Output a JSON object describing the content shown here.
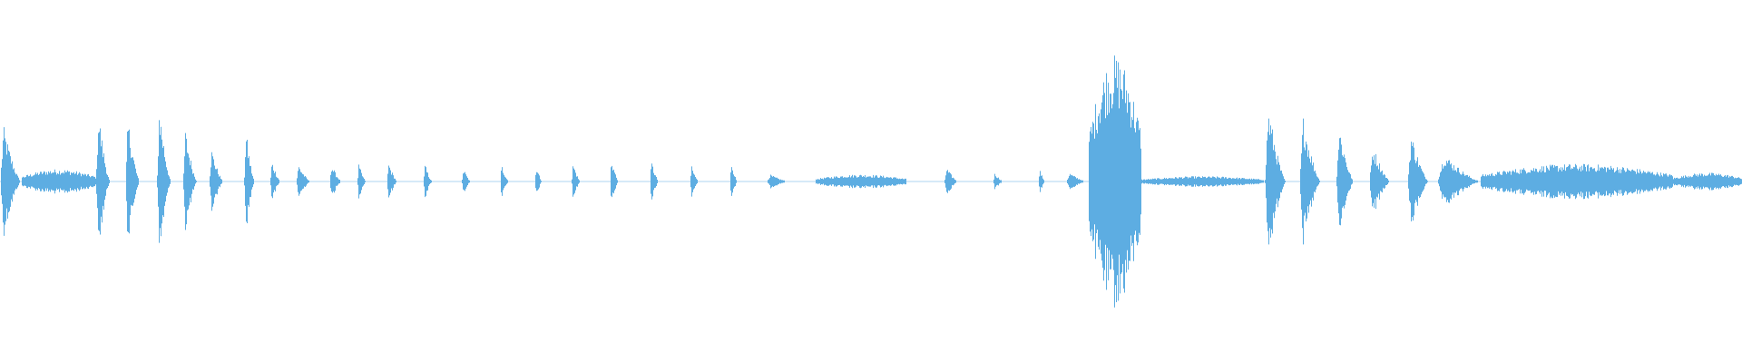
{
  "waveform": {
    "color": "#5DADE2",
    "background": "#ffffff",
    "baseline_amplitude": 0.02,
    "segments": [
      {
        "start": 0.0,
        "end": 0.012,
        "amplitude": 0.32
      },
      {
        "start": 0.012,
        "end": 0.055,
        "amplitude": 0.07
      },
      {
        "start": 0.055,
        "end": 0.063,
        "amplitude": 0.42
      },
      {
        "start": 0.072,
        "end": 0.08,
        "amplitude": 0.37
      },
      {
        "start": 0.09,
        "end": 0.098,
        "amplitude": 0.45
      },
      {
        "start": 0.105,
        "end": 0.113,
        "amplitude": 0.3
      },
      {
        "start": 0.12,
        "end": 0.128,
        "amplitude": 0.19
      },
      {
        "start": 0.14,
        "end": 0.146,
        "amplitude": 0.3
      },
      {
        "start": 0.155,
        "end": 0.161,
        "amplitude": 0.12
      },
      {
        "start": 0.17,
        "end": 0.178,
        "amplitude": 0.1
      },
      {
        "start": 0.189,
        "end": 0.196,
        "amplitude": 0.1
      },
      {
        "start": 0.205,
        "end": 0.21,
        "amplitude": 0.1
      },
      {
        "start": 0.222,
        "end": 0.228,
        "amplitude": 0.11
      },
      {
        "start": 0.243,
        "end": 0.248,
        "amplitude": 0.1
      },
      {
        "start": 0.265,
        "end": 0.27,
        "amplitude": 0.08
      },
      {
        "start": 0.287,
        "end": 0.292,
        "amplitude": 0.1
      },
      {
        "start": 0.307,
        "end": 0.311,
        "amplitude": 0.1
      },
      {
        "start": 0.328,
        "end": 0.333,
        "amplitude": 0.11
      },
      {
        "start": 0.35,
        "end": 0.355,
        "amplitude": 0.14
      },
      {
        "start": 0.373,
        "end": 0.378,
        "amplitude": 0.12
      },
      {
        "start": 0.396,
        "end": 0.401,
        "amplitude": 0.09
      },
      {
        "start": 0.419,
        "end": 0.423,
        "amplitude": 0.13
      },
      {
        "start": 0.44,
        "end": 0.453,
        "amplitude": 0.04
      },
      {
        "start": 0.468,
        "end": 0.52,
        "amplitude": 0.04
      },
      {
        "start": 0.542,
        "end": 0.55,
        "amplitude": 0.08
      },
      {
        "start": 0.57,
        "end": 0.576,
        "amplitude": 0.05
      },
      {
        "start": 0.596,
        "end": 0.6,
        "amplitude": 0.07
      },
      {
        "start": 0.612,
        "end": 0.624,
        "amplitude": 0.05
      },
      {
        "start": 0.625,
        "end": 0.655,
        "amplitude": 0.72
      },
      {
        "start": 0.655,
        "end": 0.725,
        "amplitude": 0.03
      },
      {
        "start": 0.726,
        "end": 0.738,
        "amplitude": 0.44
      },
      {
        "start": 0.746,
        "end": 0.758,
        "amplitude": 0.38
      },
      {
        "start": 0.767,
        "end": 0.777,
        "amplitude": 0.33
      },
      {
        "start": 0.786,
        "end": 0.798,
        "amplitude": 0.21
      },
      {
        "start": 0.808,
        "end": 0.82,
        "amplitude": 0.28
      },
      {
        "start": 0.825,
        "end": 0.85,
        "amplitude": 0.16
      },
      {
        "start": 0.85,
        "end": 0.96,
        "amplitude": 0.1
      },
      {
        "start": 0.96,
        "end": 1.0,
        "amplitude": 0.05
      }
    ]
  }
}
